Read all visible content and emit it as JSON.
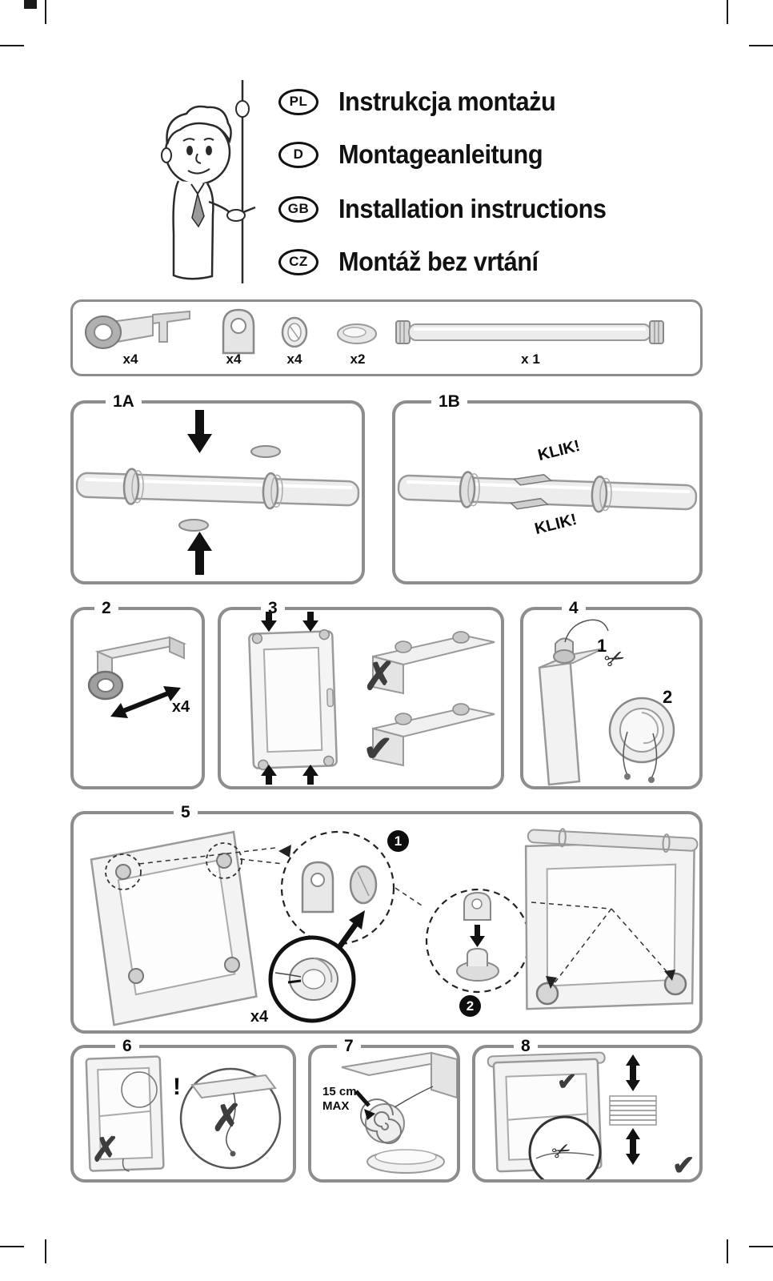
{
  "page": {
    "title": "Installation instructions sheet"
  },
  "header": {
    "languages": [
      {
        "code": "PL",
        "label": "Instrukcja montażu"
      },
      {
        "code": "D",
        "label": "Montageanleitung"
      },
      {
        "code": "GB",
        "label": "Installation instructions"
      },
      {
        "code": "CZ",
        "label": "Montáž bez vrtání"
      }
    ]
  },
  "parts": {
    "quantities": [
      "x4",
      "x4",
      "x4",
      "x2",
      "x 1"
    ]
  },
  "glyphs": {
    "cross": "✗",
    "check": "✔",
    "scissors": "✂",
    "exclamation": "!"
  },
  "steps": {
    "s1a": {
      "label": "1A"
    },
    "s1b": {
      "label": "1B",
      "klik_top": "KLIK!",
      "klik_bottom": "KLIK!"
    },
    "s2": {
      "label": "2",
      "qty": "x4"
    },
    "s3": {
      "label": "3"
    },
    "s4": {
      "label": "4",
      "num1": "1",
      "num2": "2"
    },
    "s5": {
      "label": "5",
      "badge1": "1",
      "badge2": "2",
      "qty": "x4"
    },
    "s6": {
      "label": "6"
    },
    "s7": {
      "label": "7",
      "line1": "15 cm",
      "line2": "MAX"
    },
    "s8": {
      "label": "8"
    }
  }
}
